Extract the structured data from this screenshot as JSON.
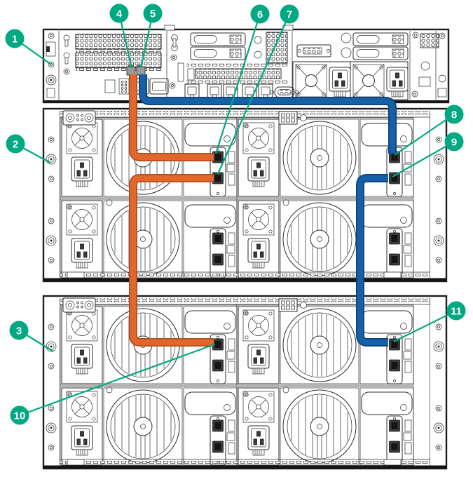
{
  "diagram": {
    "kind": "server-to-disk-enclosure-cabling-rear-view",
    "callouts": [
      {
        "number": "1"
      },
      {
        "number": "2"
      },
      {
        "number": "3"
      },
      {
        "number": "4"
      },
      {
        "number": "5"
      },
      {
        "number": "6"
      },
      {
        "number": "7"
      },
      {
        "number": "8"
      },
      {
        "number": "9"
      },
      {
        "number": "10"
      },
      {
        "number": "11"
      }
    ],
    "colors": {
      "callout_green": "#01A982",
      "cable_orange": "#E2672C",
      "cable_orange_edge": "#B44E1C",
      "cable_blue": "#1560A8",
      "cable_blue_edge": "#0D4476",
      "line_art": "#2b2b2b"
    }
  }
}
